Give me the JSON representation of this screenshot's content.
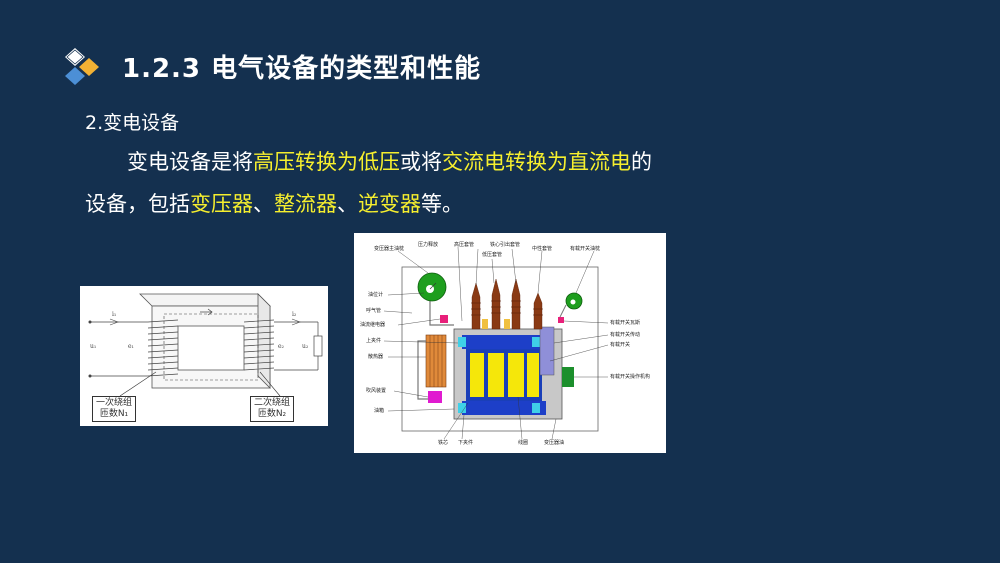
{
  "header": {
    "title": "1.2.3  电气设备的类型和性能",
    "logo_icon": "diamond-logo-icon"
  },
  "content": {
    "subheading": "2.变电设备",
    "para1": {
      "t1": "变电设备是将",
      "h1": "高压转换为低压",
      "t2": "或将",
      "h2": "交流电转换为直流电",
      "t3": "的"
    },
    "para2": {
      "t1": "设备，包括",
      "h1": "变压器",
      "t2": "、",
      "h2": "整流器",
      "t3": "、",
      "h3": "逆变器",
      "t4": "等。"
    },
    "highlight_color": "#f6ef2e"
  },
  "figure1": {
    "label_primary_l1": "一次绕组",
    "label_primary_l2": "匝数N₁",
    "label_secondary_l1": "二次绕组",
    "label_secondary_l2": "匝数N₂"
  },
  "figure2": {
    "labels": {
      "conservator": "变压器主油枕",
      "relief": "压力释放",
      "hv_bushing": "高压套管",
      "lv_bushing": "低压套管",
      "core_ground": "铁心引出套管",
      "mv_bushing": "中性套管",
      "oltc_conservator": "有载开关油枕",
      "oil_gauge": "油位计",
      "breather": "呼气管",
      "buchholz": "油流继电器",
      "top_clamp": "上夹件",
      "radiator": "散热器",
      "fan": "吹风装置",
      "tank": "油箱",
      "core": "铁芯",
      "bottom_clamp": "下夹件",
      "winding": "线圈",
      "oil": "变压器油",
      "oltc_relay": "有载开关瓦斯",
      "oltc_drive": "有载开关传动",
      "oltc": "有载开关",
      "oltc_mechanism": "有载开关操作机构"
    }
  }
}
